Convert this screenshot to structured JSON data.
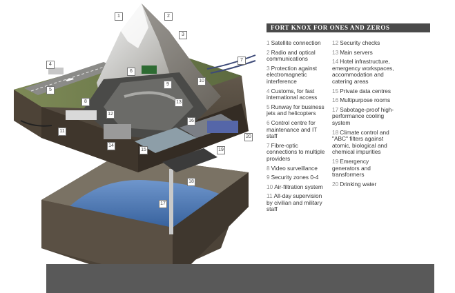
{
  "title": "FORT KNOX FOR ONES AND ZEROS",
  "legend": {
    "column1": [
      {
        "num": "1",
        "text": "Satellite connection"
      },
      {
        "num": "2",
        "text": "Radio and optical communications"
      },
      {
        "num": "3",
        "text": "Protection against electromagnetic interference"
      },
      {
        "num": "4",
        "text": "Customs, for fast international access"
      },
      {
        "num": "5",
        "text": "Runway for business jets and helicopters"
      },
      {
        "num": "6",
        "text": "Control centre for maintenance and IT staff"
      },
      {
        "num": "7",
        "text": "Fibre-optic connections to multiple providers"
      },
      {
        "num": "8",
        "text": "Video surveillance"
      },
      {
        "num": "9",
        "text": "Security zones 0-4"
      },
      {
        "num": "10",
        "text": "Air-filtration system"
      },
      {
        "num": "11",
        "text": "All-day supervision by civilian and military staff"
      }
    ],
    "column2": [
      {
        "num": "12",
        "text": "Security checks"
      },
      {
        "num": "13",
        "text": "Main servers"
      },
      {
        "num": "14",
        "text": "Hotel infrastructure, emergency workspaces, accommodation and catering areas"
      },
      {
        "num": "15",
        "text": "Private data centres"
      },
      {
        "num": "16",
        "text": "Multipurpose rooms"
      },
      {
        "num": "17",
        "text": "Sabotage-proof high-performance cooling system"
      },
      {
        "num": "18",
        "text": "Climate control and \"ABC\" filters against atomic, biological and chemical impurities"
      },
      {
        "num": "19",
        "text": "Emergency generators and transformers"
      },
      {
        "num": "20",
        "text": "Drinking water"
      }
    ]
  },
  "callouts": [
    "1",
    "2",
    "3",
    "4",
    "5",
    "6",
    "7",
    "8",
    "9",
    "10",
    "11",
    "12",
    "13",
    "14",
    "15",
    "16",
    "17",
    "18",
    "19",
    "20"
  ],
  "colors": {
    "title_bg": "#4a4a4a",
    "bottom_bar": "#595959",
    "water": "#3f6fae",
    "rock": "#5e5549",
    "grass": "#6f7d4c",
    "snow": "#eef0f2"
  }
}
